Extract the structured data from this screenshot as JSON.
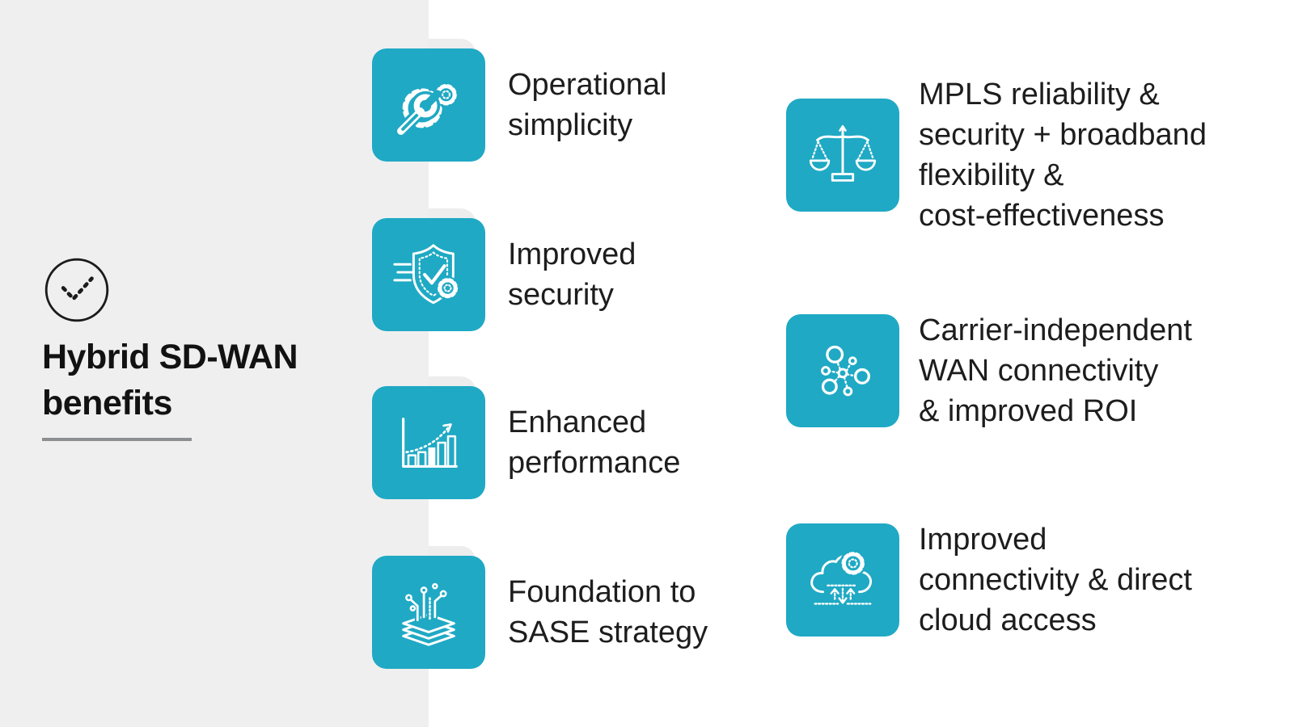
{
  "colors": {
    "tile": "#1fa9c4",
    "panel": "#efeff0",
    "tile_shadow": "rgba(0,0,0,0.07)",
    "text": "#1d1d1d",
    "divider": "#8c8f90",
    "title": "#121212",
    "check": "#1b1b1b",
    "icon_stroke": "#ffffff"
  },
  "sidebar": {
    "icon": "check-circle-icon",
    "title_lines": [
      "Hybrid SD-WAN",
      "benefits"
    ]
  },
  "benefits": {
    "left": [
      {
        "icon": "wrench-gears-icon",
        "lines": [
          "Operational",
          "simplicity"
        ]
      },
      {
        "icon": "shield-check-icon",
        "lines": [
          "Improved",
          "security"
        ]
      },
      {
        "icon": "growth-chart-icon",
        "lines": [
          "Enhanced",
          "performance"
        ]
      },
      {
        "icon": "layers-circuit-icon",
        "lines": [
          "Foundation to",
          "SASE strategy"
        ]
      }
    ],
    "right": [
      {
        "icon": "balance-scale-icon",
        "lines": [
          "MPLS reliability &",
          "security + broadband",
          "flexibility &",
          "cost-effectiveness"
        ]
      },
      {
        "icon": "network-nodes-icon",
        "lines": [
          "Carrier-independent",
          "WAN connectivity",
          "& improved ROI"
        ]
      },
      {
        "icon": "cloud-gear-icon",
        "lines": [
          "Improved",
          "connectivity & direct",
          "cloud access"
        ]
      }
    ]
  }
}
